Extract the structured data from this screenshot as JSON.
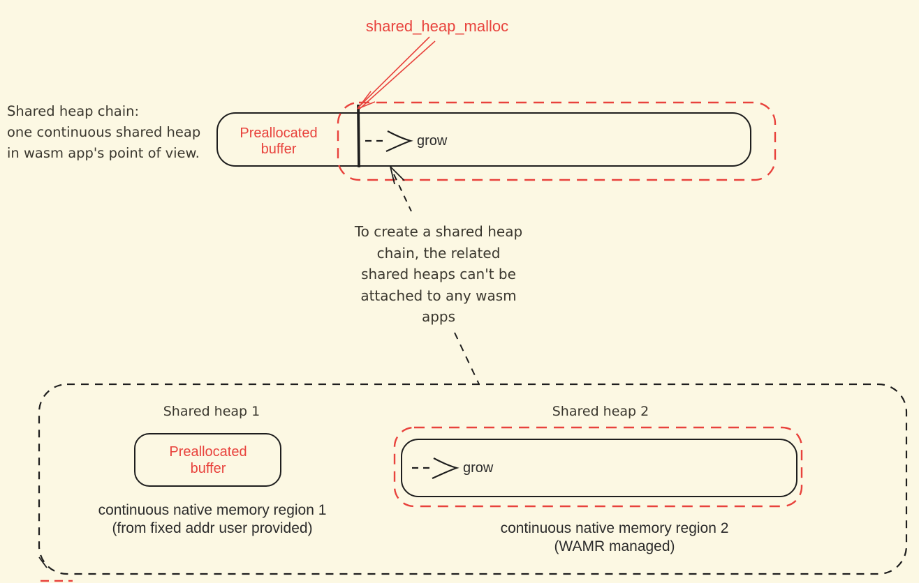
{
  "colors": {
    "background": "#fcf8e3",
    "red": "#e8423c",
    "ink": "#1e1e1e",
    "text": "#3a372e",
    "caption": "#2b2b2b"
  },
  "top": {
    "malloc_label": "shared_heap_malloc",
    "side_note": {
      "line1": "Shared heap chain:",
      "line2": "one continuous shared heap",
      "line3": "in wasm app's point of view."
    },
    "prealloc_buffer": {
      "line1": "Preallocated",
      "line2": "buffer"
    },
    "grow_label": "grow"
  },
  "middle": {
    "note": {
      "line1": "To create a shared heap",
      "line2": "chain, the related",
      "line3": "shared heaps can't be",
      "line4": "attached to any wasm",
      "line5": "apps"
    }
  },
  "bottom": {
    "heap1": {
      "title": "Shared heap 1",
      "buffer_label": {
        "line1": "Preallocated",
        "line2": "buffer"
      },
      "caption": {
        "line1": "continuous native memory region 1",
        "line2": "(from fixed addr user provided)"
      }
    },
    "heap2": {
      "title": "Shared heap 2",
      "grow_label": "grow",
      "caption": {
        "line1": "continuous native memory region 2",
        "line2": "(WAMR managed)"
      }
    }
  }
}
